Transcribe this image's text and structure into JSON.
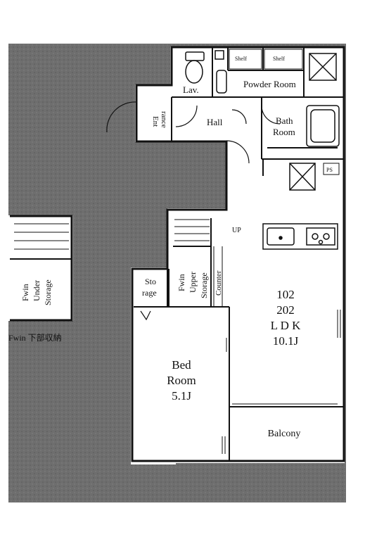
{
  "labels": {
    "lav": "Lav.",
    "shelf_left": "Shelf",
    "shelf_right": "Shelf",
    "powder_room": "Powder Room",
    "entrance_1": "Ent",
    "entrance_2": "rance",
    "hall": "Hall",
    "bath_1": "Bath",
    "bath_2": "Room",
    "ps": "PS",
    "up": "UP",
    "fwin_under_1": "Fwin",
    "fwin_under_2": "Under",
    "fwin_under_3": "Storage",
    "fwin_under_jp": "Fwin 下部収納",
    "fwin_upper_1": "Fwin",
    "fwin_upper_2": "Upper",
    "fwin_upper_3": "Storage",
    "counter": "Counter",
    "storage_1": "Sto",
    "storage_2": "rage",
    "ldk_1": "102",
    "ldk_2": "202",
    "ldk_3": "L D K",
    "ldk_4": "10.1J",
    "bed_1": "Bed",
    "bed_2": "Room",
    "bed_3": "5.1J",
    "balcony": "Balcony"
  },
  "colors": {
    "background_fill": "#6e6e6e",
    "wall": "#111111",
    "paper": "#ffffff"
  }
}
